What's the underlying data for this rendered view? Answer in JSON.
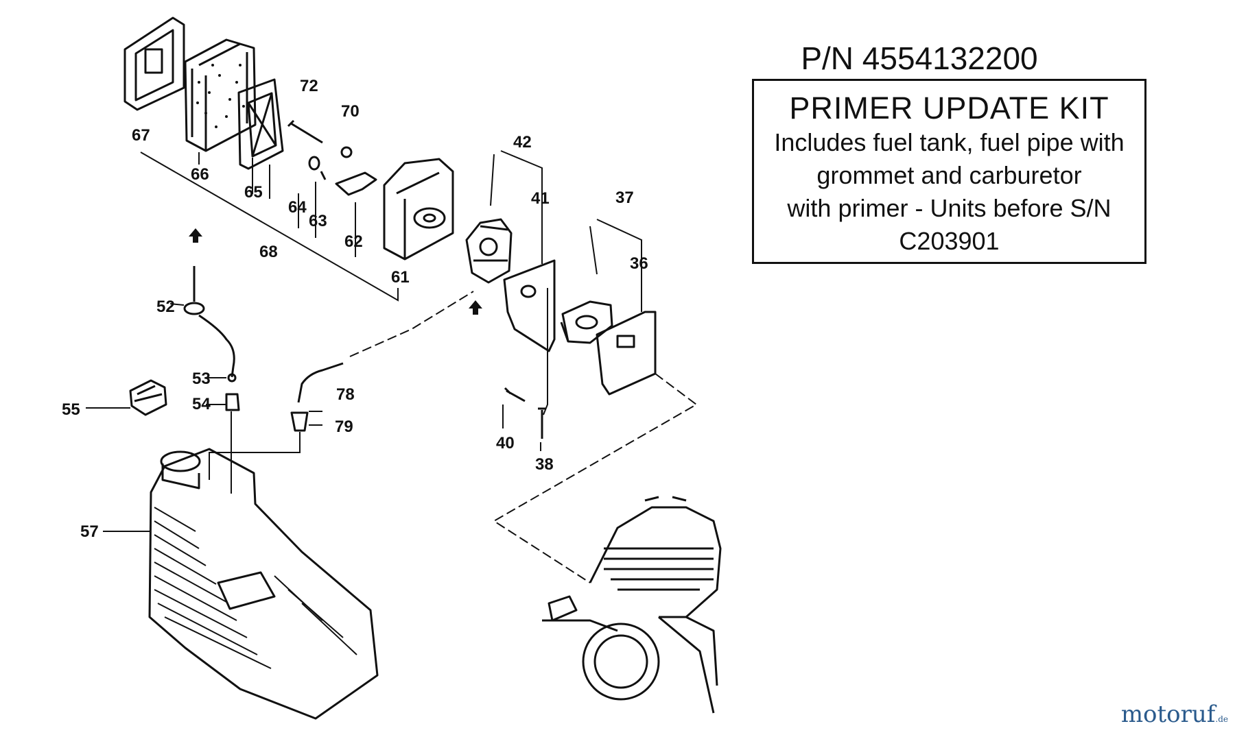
{
  "header": {
    "part_number": "P/N  4554132200"
  },
  "kit": {
    "title": "PRIMER  UPDATE  KIT",
    "description_lines": [
      "Includes fuel tank, fuel pipe with",
      "grommet and carburetor",
      "with primer - Units before S/N",
      "C203901"
    ]
  },
  "callouts": {
    "c67": "67",
    "c66": "66",
    "c65": "65",
    "c72": "72",
    "c70": "70",
    "c64": "64",
    "c63": "63",
    "c62": "62",
    "c68": "68",
    "c61": "61",
    "c42": "42",
    "c41": "41",
    "c37": "37",
    "c36": "36",
    "c52": "52",
    "c53": "53",
    "c54": "54",
    "c55": "55",
    "c57": "57",
    "c78": "78",
    "c79": "79",
    "c40": "40",
    "c38": "38"
  },
  "watermark": {
    "brand": "motoruf",
    "suffix": ".de"
  }
}
